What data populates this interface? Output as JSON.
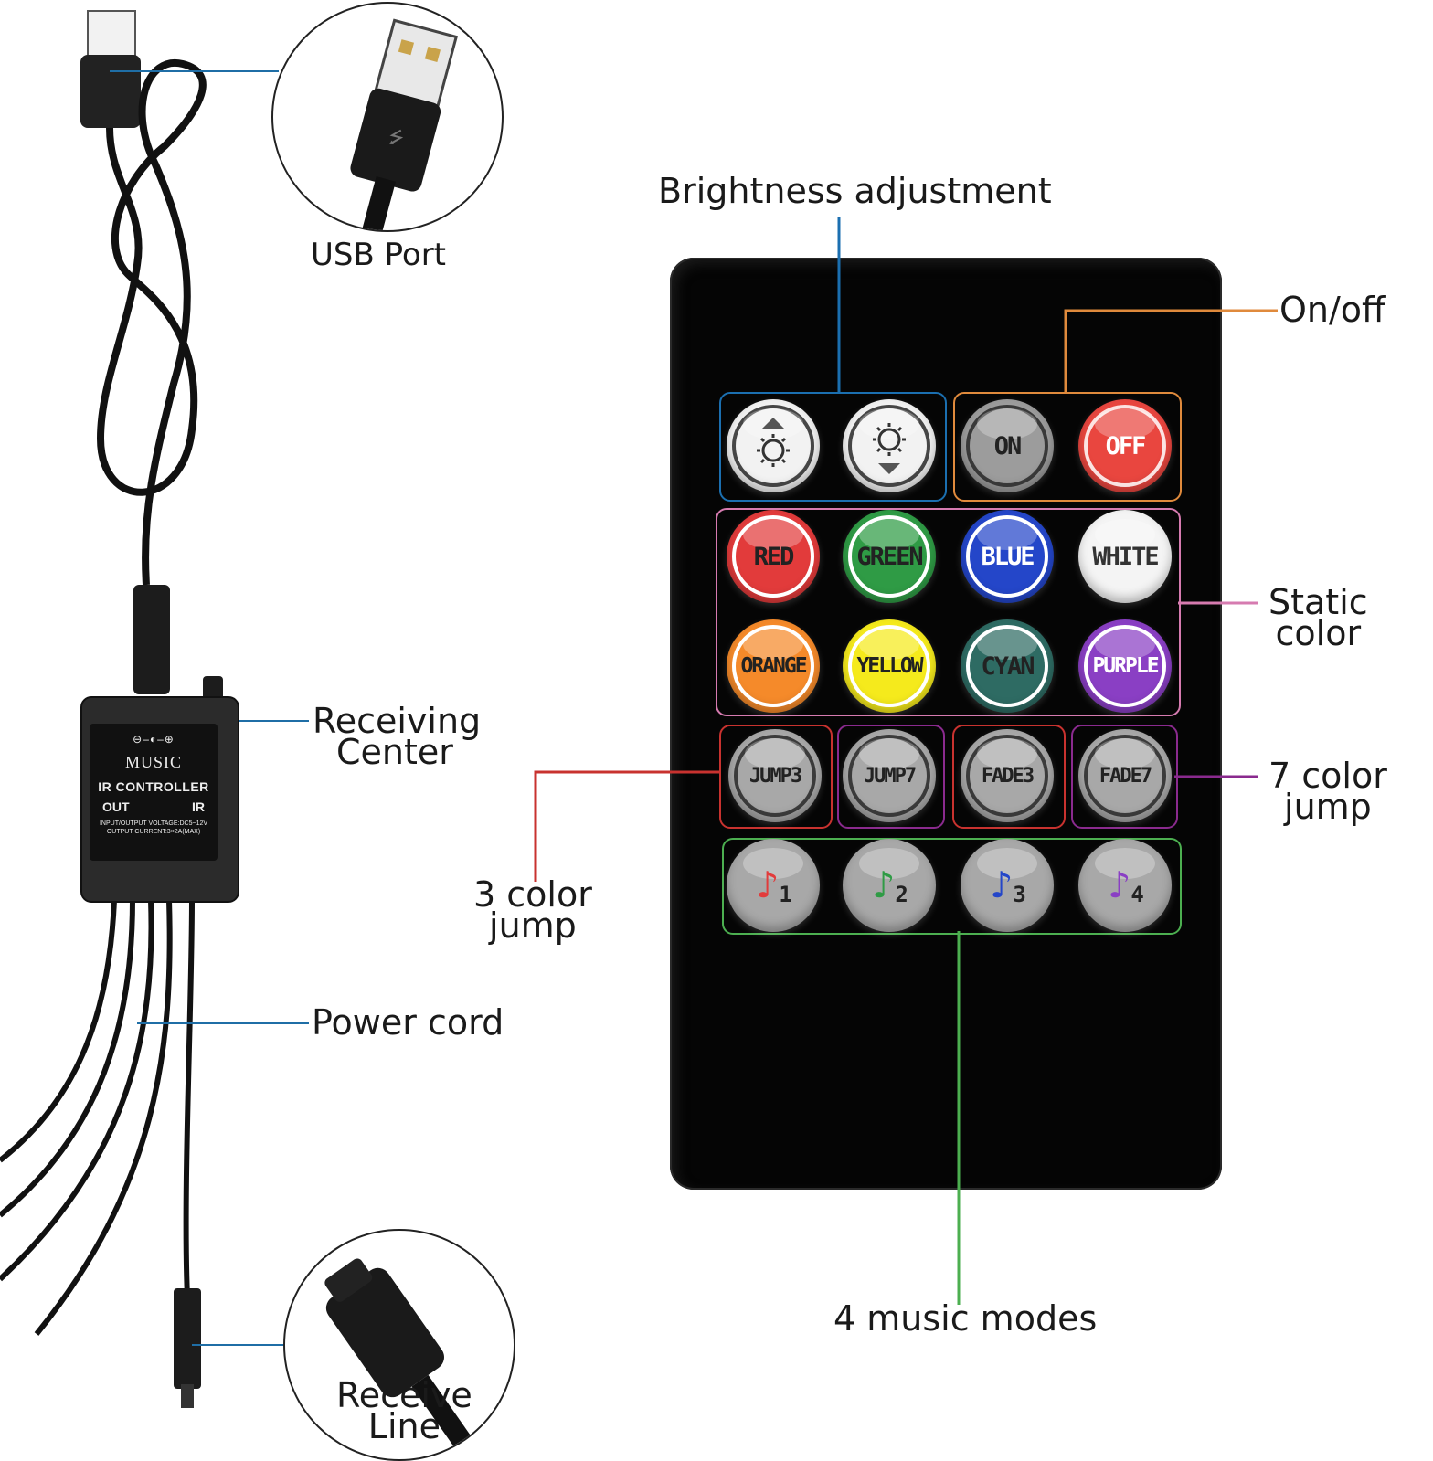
{
  "labels": {
    "usb_port": "USB Port",
    "brightness": "Brightness adjustment",
    "on_off": "On/off",
    "static_color_1": "Static",
    "static_color_2": "color",
    "receiving_center_1": "Receiving",
    "receiving_center_2": "Center",
    "seven_jump_1": "7 color",
    "seven_jump_2": "jump",
    "three_jump_1": "3 color",
    "three_jump_2": "jump",
    "power_cord": "Power cord",
    "music_modes": "4 music modes",
    "receive_line_1": "Receive",
    "receive_line_2": "Line"
  },
  "controller": {
    "polarity": "⊖–◐–⊕",
    "brand": "MUSIC",
    "title": "IR CONTROLLER",
    "out": "OUT",
    "ir": "IR",
    "spec_1": "INPUT/OUTPUT VOLTAGE:DC5~12V",
    "spec_2": "OUTPUT CURRENT:3×2A(MAX)"
  },
  "remote": {
    "power": {
      "on": "ON",
      "off": "OFF"
    },
    "colors": [
      "RED",
      "GREEN",
      "BLUE",
      "WHITE",
      "ORANGE",
      "YELLOW",
      "CYAN",
      "PURPLE"
    ],
    "modes": [
      "JUMP3",
      "JUMP7",
      "FADE3",
      "FADE7"
    ],
    "music": [
      "1",
      "2",
      "3",
      "4"
    ]
  },
  "colors": {
    "brightness_line": "#1b6fb0",
    "onoff_line": "#e08a3c",
    "static_line": "#d67bb0",
    "seven_jump_line": "#8a2a8e",
    "three_jump_line": "#c8322f",
    "music_line": "#4caf50",
    "cable_line": "#1f6ea6",
    "red": "#e23b3b",
    "green": "#2f9b45",
    "blue": "#2446c9",
    "white": "#f4f4f4",
    "orange": "#f58a2a",
    "yellow": "#f5ea1c",
    "cyan": "#2e6b63",
    "purple": "#8a3fc4",
    "off": "#e9463f",
    "grey": "#a8a8a8"
  }
}
